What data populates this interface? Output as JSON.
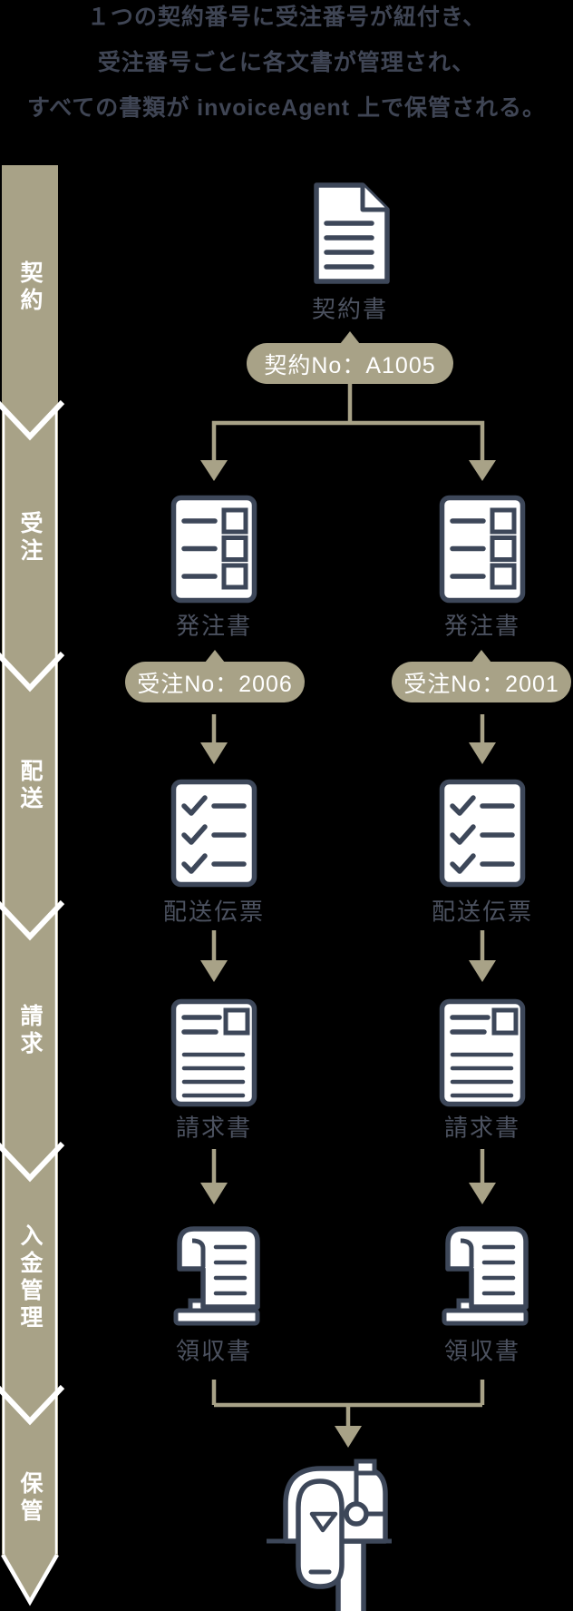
{
  "header": {
    "lines": [
      "１つの契約番号に受注番号が紐付き、",
      "受注番号ごとに各文書が管理され、",
      "すべての書類が invoiceAgent 上で保管される。"
    ]
  },
  "sidebar": {
    "stages": [
      {
        "label": "契約"
      },
      {
        "label": "受注"
      },
      {
        "label": "配送"
      },
      {
        "label": "請求"
      },
      {
        "label": "入金管理"
      },
      {
        "label": "保管"
      }
    ]
  },
  "flow": {
    "contract": {
      "icon": "contract-document-icon",
      "label": "契約書",
      "badge": "契約No：A1005"
    },
    "branches": [
      {
        "order": {
          "icon": "order-form-icon",
          "label": "発注書",
          "badge": "受注No：2006"
        },
        "delivery": {
          "icon": "delivery-checklist-icon",
          "label": "配送伝票"
        },
        "invoice": {
          "icon": "invoice-document-icon",
          "label": "請求書"
        },
        "receipt": {
          "icon": "receipt-icon",
          "label": "領収書"
        }
      },
      {
        "order": {
          "icon": "order-form-icon",
          "label": "発注書",
          "badge": "受注No：2001"
        },
        "delivery": {
          "icon": "delivery-checklist-icon",
          "label": "配送伝票"
        },
        "invoice": {
          "icon": "invoice-document-icon",
          "label": "請求書"
        },
        "receipt": {
          "icon": "receipt-icon",
          "label": "領収書"
        }
      }
    ],
    "storage": {
      "icon": "mailbox-icon"
    }
  },
  "colors": {
    "accent_olive": "#a8a287",
    "icon_navy": "#3d4759",
    "header_text": "#3f4554",
    "label_text": "#4c5260",
    "badge_text": "#ffffff",
    "stage_text": "#ffffff",
    "background": "#000000"
  }
}
